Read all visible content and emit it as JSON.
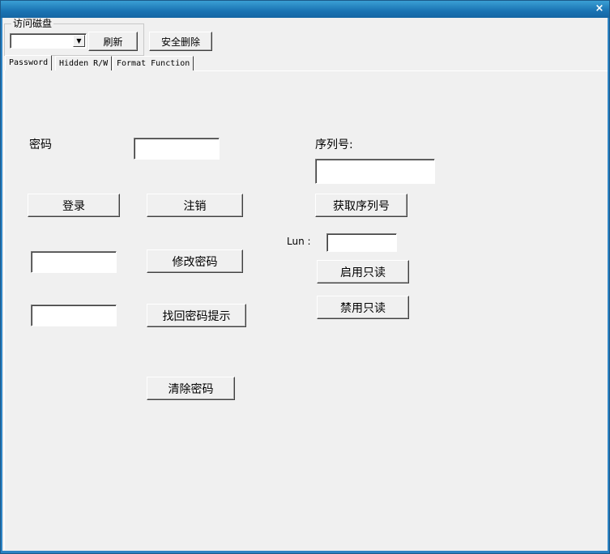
{
  "window": {
    "close_glyph": "×"
  },
  "disk_group": {
    "legend": "访问磁盘",
    "selected_disk": "",
    "refresh_label": "刷新"
  },
  "secure_delete_label": "安全删除",
  "tabs": [
    {
      "label": "Password",
      "active": true
    },
    {
      "label": "Hidden R/W",
      "active": false
    },
    {
      "label": "Format Function",
      "active": false
    }
  ],
  "password_tab": {
    "password_label": "密码",
    "password_value": "",
    "login_label": "登录",
    "logout_label": "注销",
    "new_password_value": "",
    "change_password_label": "修改密码",
    "hint_value": "",
    "retrieve_hint_label": "找回密码提示",
    "clear_password_label": "清除密码",
    "serial_label": "序列号:",
    "serial_value": "",
    "get_serial_label": "获取序列号",
    "lun_label": "Lun :",
    "lun_value": "",
    "enable_readonly_label": "启用只读",
    "disable_readonly_label": "禁用只读"
  }
}
